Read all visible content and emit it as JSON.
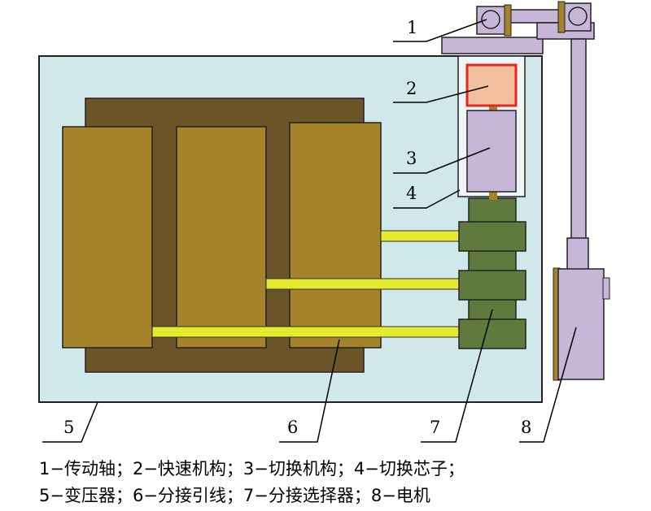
{
  "labels": {
    "n1": "1",
    "n2": "2",
    "n3": "3",
    "n4": "4",
    "n5": "5",
    "n6": "6",
    "n7": "7",
    "n8": "8"
  },
  "legend": {
    "line1": "1−传动轴；2−快速机构；3−切换机构；4−切换芯子；",
    "line2": "5−变压器；6−分接引线；7−分接选择器；8−电机"
  },
  "colors": {
    "tank": "#d0e8ea",
    "core": "#6b5528",
    "winding": "#a5832b",
    "lead": "#e4ea2e",
    "selector": "#5f7a3c",
    "mechanism": "#c8b6d8",
    "fast_mechanism_fill": "#f2c09e",
    "fast_mechanism_border": "#e8261e"
  }
}
